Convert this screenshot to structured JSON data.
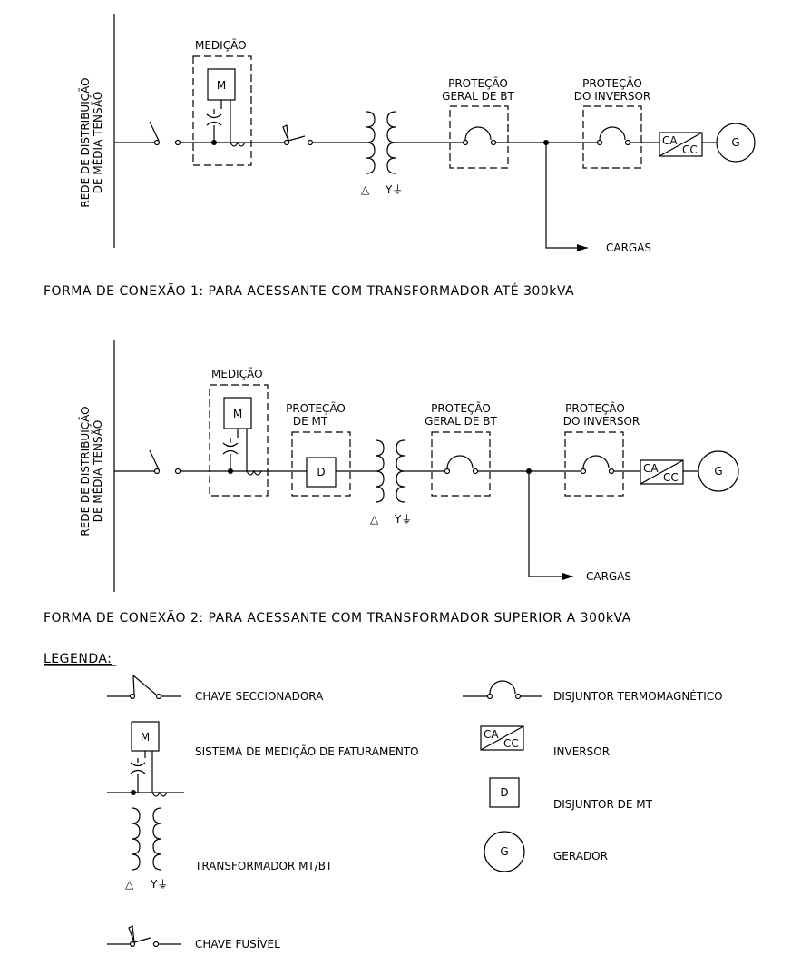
{
  "diagram1": {
    "source_label": [
      "REDE DE DISTRIBUIÇÃO",
      "DE MÉDIA TENSÃO"
    ],
    "medicao_label": "MEDIÇÃO",
    "meter_symbol": "M",
    "protecao_bt_label": [
      "PROTEÇÃO",
      "GERAL DE BT"
    ],
    "protecao_inversor_label": [
      "PROTEÇÃO",
      "DO INVERSOR"
    ],
    "inverter_top": "CA",
    "inverter_bottom": "CC",
    "generator_symbol": "G",
    "delta_symbol": "△",
    "wye_symbol": "Y⏚",
    "loads_label": "CARGAS",
    "caption": "FORMA DE CONEXÃO 1: PARA ACESSANTE COM TRANSFORMADOR ATÉ 300kVA"
  },
  "diagram2": {
    "source_label": [
      "REDE DE DISTRIBUIÇÃO",
      "DE MÉDIA TENSÃO"
    ],
    "medicao_label": "MEDIÇÃO",
    "meter_symbol": "M",
    "protecao_mt_label": [
      "PROTEÇÃO",
      "DE MT"
    ],
    "breaker_mt_symbol": "D",
    "protecao_bt_label": [
      "PROTEÇÃO",
      "GERAL DE BT"
    ],
    "protecao_inversor_label": [
      "PROTEÇÃO",
      "DO INVERSOR"
    ],
    "inverter_top": "CA",
    "inverter_bottom": "CC",
    "generator_symbol": "G",
    "delta_symbol": "△",
    "wye_symbol": "Y⏚",
    "loads_label": "CARGAS",
    "caption": "FORMA DE CONEXÃO 2: PARA ACESSANTE COM TRANSFORMADOR SUPERIOR A 300kVA"
  },
  "legend": {
    "title": "LEGENDA:",
    "items": {
      "chave_seccionadora": "CHAVE SECCIONADORA",
      "sistema_medicao": "SISTEMA DE MEDIÇÃO DE FATURAMENTO",
      "transformador": "TRANSFORMADOR MT/BT",
      "chave_fusivel": "CHAVE FUSÍVEL",
      "disjuntor_termomagnetico": "DISJUNTOR TERMOMAGNÉTICO",
      "inversor": "INVERSOR",
      "disjuntor_mt": "DISJUNTOR DE MT",
      "gerador": "GERADOR"
    },
    "meter_symbol": "M",
    "inverter_top": "CA",
    "inverter_bottom": "CC",
    "breaker_mt_symbol": "D",
    "generator_symbol": "G",
    "delta_symbol": "△",
    "wye_symbol": "Y⏚"
  }
}
